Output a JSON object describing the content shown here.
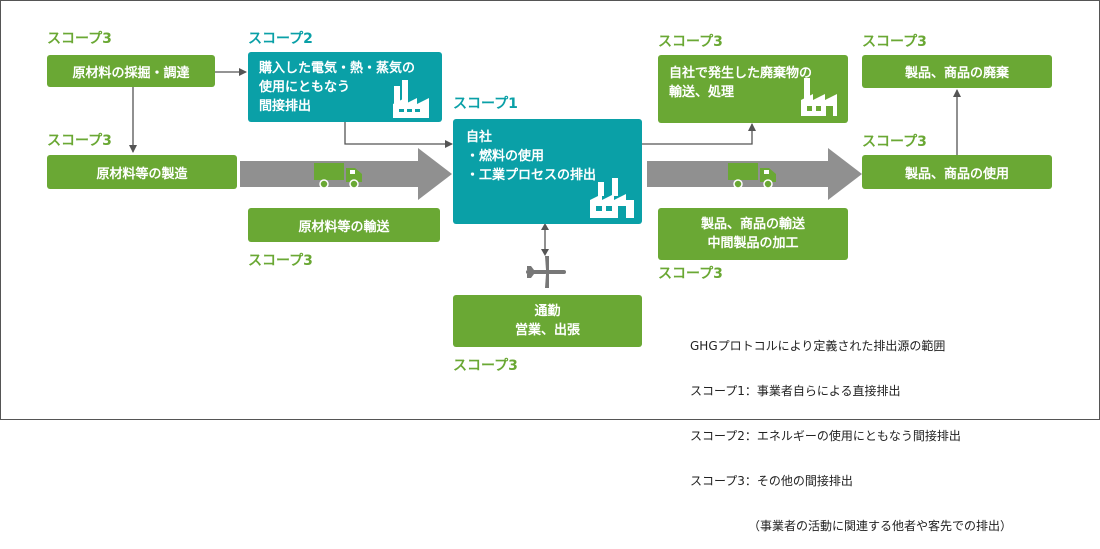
{
  "scope_labels": {
    "raw_extraction": "スコープ3",
    "purchased_energy": "スコープ2",
    "raw_manufacturing": "スコープ3",
    "raw_transport": "スコープ3",
    "own_company": "スコープ1",
    "commute": "スコープ3",
    "waste": "スコープ3",
    "product_disposal": "スコープ3",
    "product_use": "スコープ3",
    "product_transport": "スコープ3"
  },
  "boxes": {
    "raw_extraction": "原材料の採掘・調達",
    "purchased_energy": "購入した電気・熱・蒸気の\n使用にともなう\n間接排出",
    "raw_manufacturing": "原材料等の製造",
    "raw_transport": "原材料等の輸送",
    "own_company": "自社\n・燃料の使用\n・工業プロセスの排出",
    "commute": "通勤\n営業、出張",
    "waste": "自社で発生した廃棄物の\n輸送、処理",
    "product_disposal": "製品、商品の廃棄",
    "product_use": "製品、商品の使用",
    "product_transport": "製品、商品の輸送\n中間製品の加工"
  },
  "legend": {
    "title": "GHGプロトコルにより定義された排出源の範囲",
    "scope1": "スコープ1：事業者自らによる直接排出",
    "scope2": "スコープ2：エネルギーの使用にともなう間接排出",
    "scope3": "スコープ3：その他の間接排出",
    "scope3_note": "（事業者の活動に関連する他者や客先での排出）"
  },
  "colors": {
    "scope3_green": "#6aa834",
    "scope12_teal": "#0aa0a7",
    "flow_arrow_gray": "#909090",
    "connector_gray": "#555555"
  },
  "icons": [
    "factory-icon",
    "truck-icon",
    "airplane-icon"
  ]
}
